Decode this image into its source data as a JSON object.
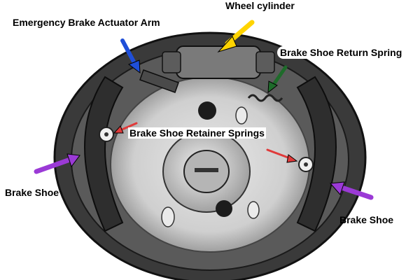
{
  "labels": {
    "wheel_cylinder": "Wheel cylinder",
    "actuator_arm": "Emergency Brake Actuator Arm",
    "return_spring": "Brake Shoe Return Spring",
    "retainer_springs": "Brake Shoe Retainer Springs",
    "brake_shoe_left": "Brake Shoe",
    "brake_shoe_right": "Brake Shoe"
  },
  "arrow_colors": {
    "wheel_cylinder": "#ffd400",
    "actuator_arm": "#1f4fd8",
    "return_spring": "#1e6b2a",
    "retainer_springs": "#e03a3a",
    "brake_shoe": "#9b3ad6"
  }
}
